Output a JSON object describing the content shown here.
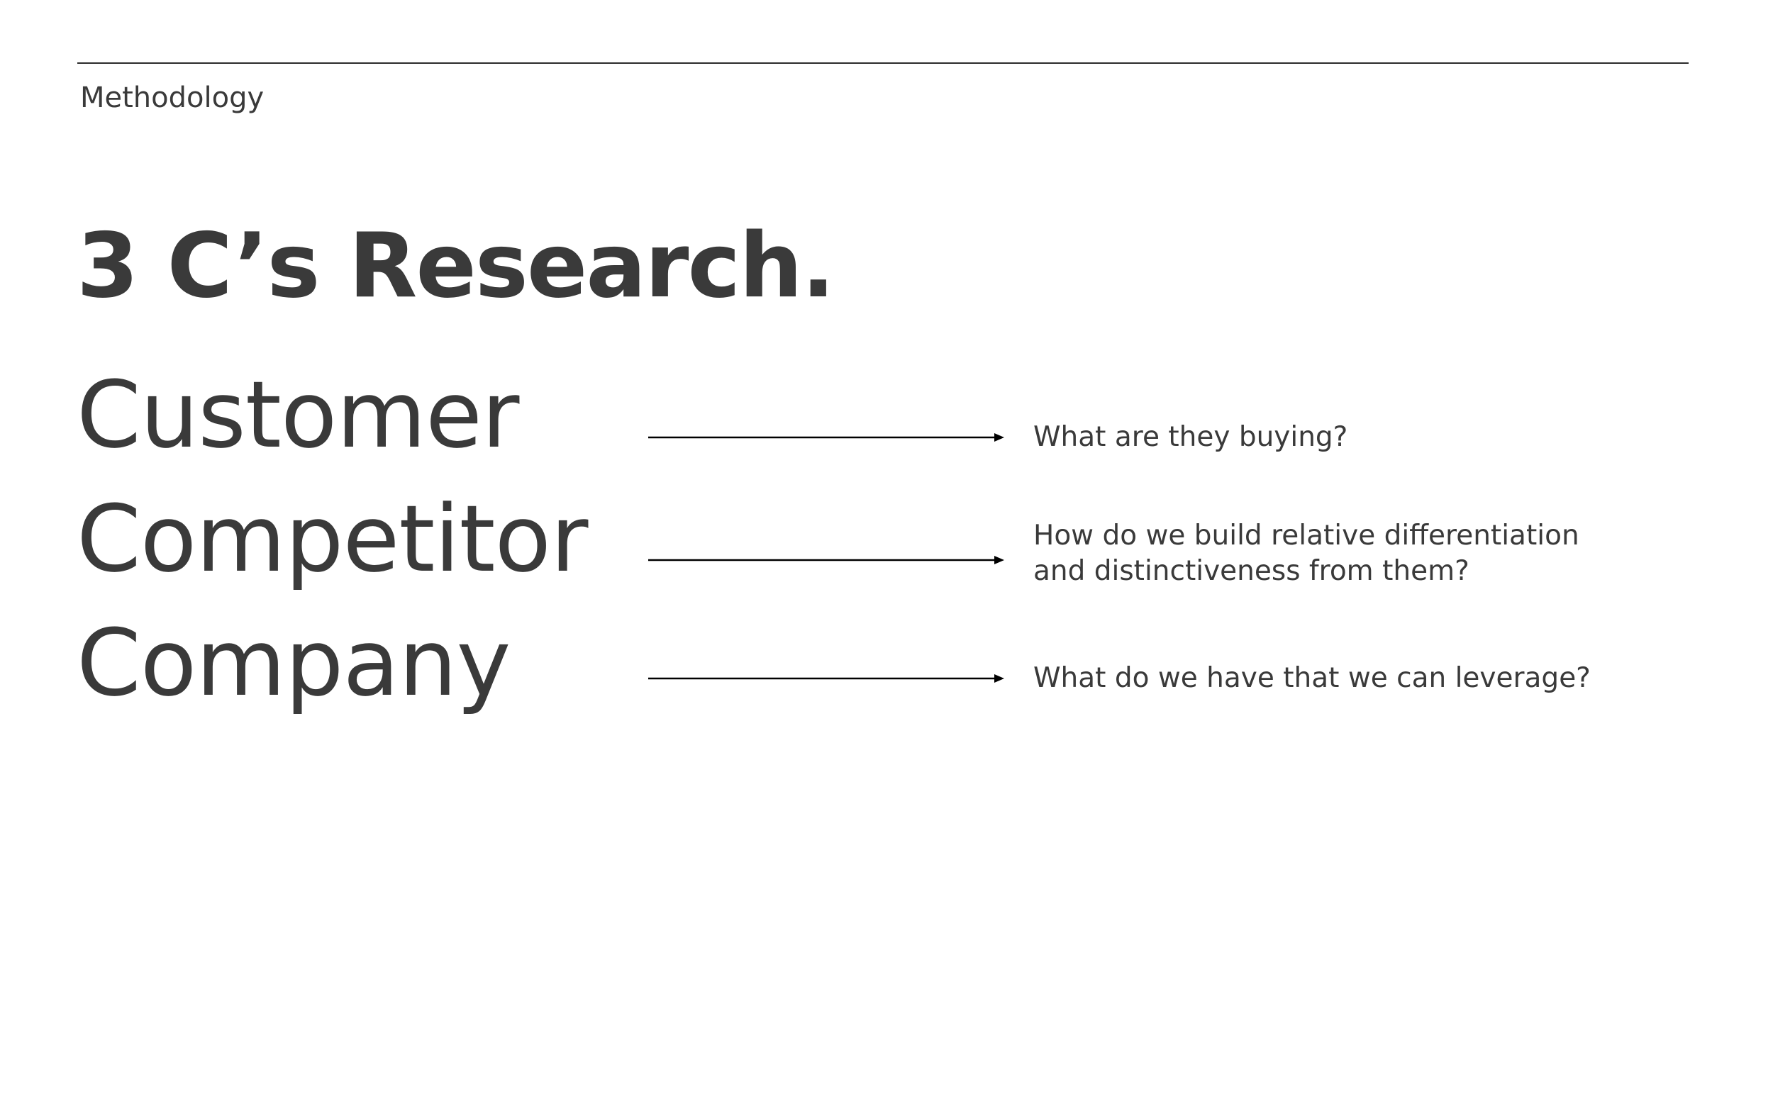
{
  "header": {
    "section_label": "Methodology"
  },
  "title": "3 C’s Research.",
  "rows": [
    {
      "term": "Customer",
      "question_lines": [
        "What are they buying?"
      ]
    },
    {
      "term": "Competitor",
      "question_lines": [
        "How do we build relative differentiation",
        "and distinctiveness from them?"
      ]
    },
    {
      "term": "Company",
      "question_lines": [
        "What do we have that we can leverage?"
      ]
    }
  ],
  "icons": {
    "arrow": "arrow-right-icon"
  },
  "colors": {
    "text": "#3a3a3a",
    "rule": "#2b2b2b",
    "arrow": "#000000",
    "background": "#ffffff"
  }
}
